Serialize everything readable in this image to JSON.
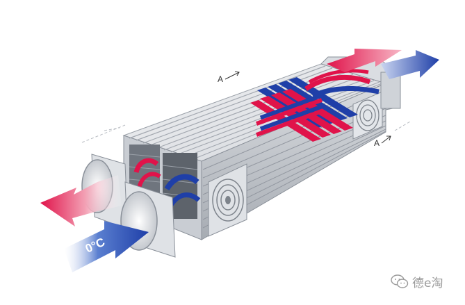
{
  "diagram": {
    "section_labels": [
      "A",
      "A"
    ],
    "inlet_temperature": "0°C",
    "outlet_temperatures": [
      "",
      ""
    ],
    "colors": {
      "warm_air": "#e0134a",
      "cold_air": "#1f3fa8",
      "housing_light": "#e9ebee",
      "housing_mid": "#c6cad0",
      "housing_dark": "#8a9099"
    }
  },
  "watermark": {
    "text": "德e淘",
    "icon": "wechat-icon"
  }
}
